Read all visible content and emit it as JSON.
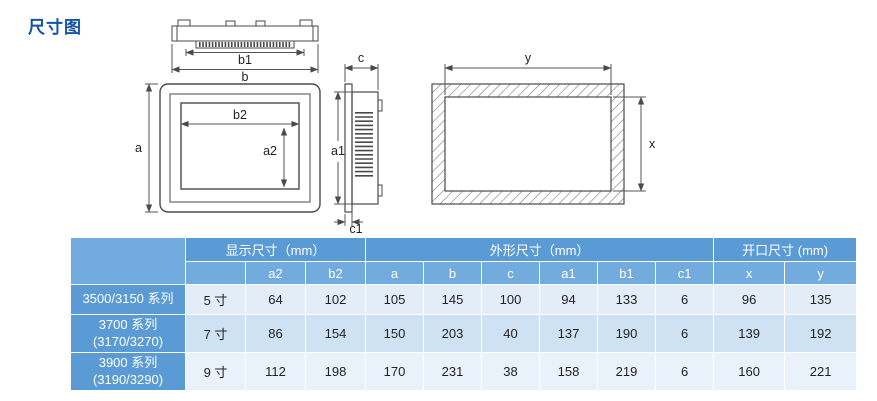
{
  "page_title": "尺寸图",
  "colors": {
    "title_blue": "#1155a3",
    "table_header_blue": "#5b9bd5",
    "table_subheader_blue": "#72abde",
    "row_light": "#e2edf8",
    "row_shaded": "#cfe2f3",
    "drawing_line": "#4a4a4a"
  },
  "diagram": {
    "labels": {
      "a": "a",
      "b": "b",
      "c": "c",
      "a1": "a1",
      "b1": "b1",
      "c1": "c1",
      "a2": "a2",
      "b2": "b2",
      "x": "x",
      "y": "y"
    }
  },
  "table": {
    "group_headers": [
      "显示尺寸（mm）",
      "外形尺寸（mm）",
      "开口尺寸 (mm)"
    ],
    "column_headers": [
      "",
      "a2",
      "b2",
      "a",
      "b",
      "c",
      "a1",
      "b1",
      "c1",
      "x",
      "y"
    ],
    "rows": [
      {
        "series": "3500/3150 系列",
        "series_sub": "",
        "size": "5 寸",
        "values": [
          "64",
          "102",
          "105",
          "145",
          "100",
          "94",
          "133",
          "6",
          "96",
          "135"
        ]
      },
      {
        "series": "3700 系列",
        "series_sub": "(3170/3270)",
        "size": "7 寸",
        "values": [
          "86",
          "154",
          "150",
          "203",
          "40",
          "137",
          "190",
          "6",
          "139",
          "192"
        ]
      },
      {
        "series": "3900 系列",
        "series_sub": "(3190/3290)",
        "size": "9 寸",
        "values": [
          "112",
          "198",
          "170",
          "231",
          "38",
          "158",
          "219",
          "6",
          "160",
          "221"
        ]
      }
    ]
  }
}
